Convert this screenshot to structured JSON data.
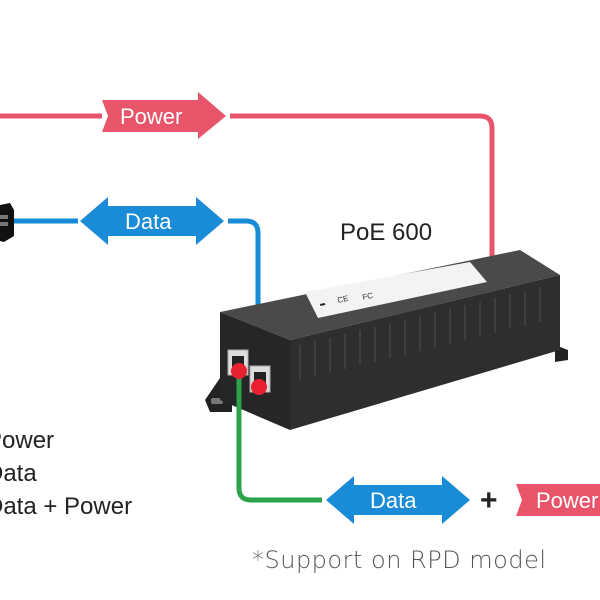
{
  "diagram": {
    "device_name": "PoE 600",
    "colors": {
      "power": "#e8556b",
      "data": "#1a8bd6",
      "data_power": "#2aa34a",
      "device_body": "#3a3a3a",
      "port_dot": "#e8202f"
    },
    "connections": {
      "power_in": {
        "label": "Power",
        "icon": "right-arrow-icon"
      },
      "data_in": {
        "label": "Data",
        "icon": "double-arrow-icon"
      },
      "data_power_out": {
        "data_label": "Data",
        "plus": "+",
        "power_label": "Power",
        "icons": [
          "double-arrow-icon",
          "right-arrow-icon"
        ]
      }
    },
    "legend": [
      {
        "text": "Power",
        "color_key": "power"
      },
      {
        "text": "Data",
        "color_key": "data"
      },
      {
        "text": "Data + Power",
        "color_key": "data_power"
      }
    ],
    "note": "*Support on RPD model"
  }
}
